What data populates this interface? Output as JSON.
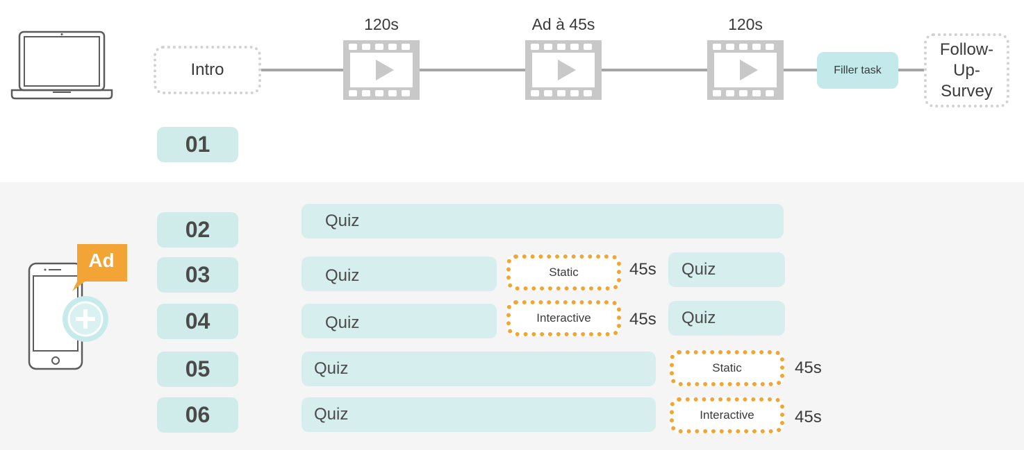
{
  "timeline": {
    "intro_label": "Intro",
    "video_labels": [
      "120s",
      "Ad à 45s",
      "120s"
    ],
    "filler_label": "Filler task",
    "survey_label": "Follow-Up-Survey"
  },
  "conditions": {
    "c01": "01",
    "c02": "02",
    "c03": "03",
    "c04": "04",
    "c05": "05",
    "c06": "06"
  },
  "mobile": {
    "ad_badge": "Ad"
  },
  "rows": {
    "quiz_label": "Quiz",
    "static_label": "Static",
    "interactive_label": "Interactive",
    "duration_label": "45s"
  },
  "colors": {
    "teal_light": "#d6eeee",
    "teal_box": "#cfeceb",
    "orange": "#f2a534",
    "gray": "#a6a6a6"
  }
}
